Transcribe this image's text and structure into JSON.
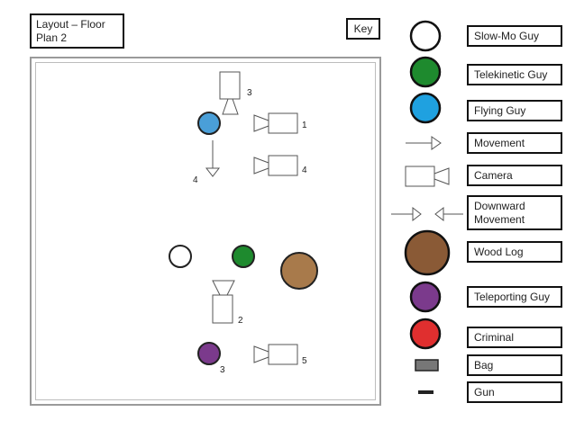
{
  "title": {
    "line1": "Layout – Floor",
    "line2": "Plan 2"
  },
  "key_label": "Key",
  "legend": [
    {
      "label": "Slow-Mo Guy",
      "icon": "white-circle-icon",
      "color": "#ffffff"
    },
    {
      "label": "Telekinetic Guy",
      "icon": "green-circle-icon",
      "color": "#1e8a2e"
    },
    {
      "label": "Flying Guy",
      "icon": "blue-circle-icon",
      "color": "#1fa1e0"
    },
    {
      "label": "Movement",
      "icon": "arrow-right-icon"
    },
    {
      "label": "Camera",
      "icon": "camera-icon"
    },
    {
      "label": "Downward Movement",
      "line1": "Downward",
      "line2": "Movement",
      "icon": "downward-arrows-icon"
    },
    {
      "label": "Wood Log",
      "icon": "wood-log-icon",
      "color": "#8a5a36"
    },
    {
      "label": "Teleporting Guy",
      "icon": "purple-circle-icon",
      "color": "#7b3a8c"
    },
    {
      "label": "Criminal",
      "icon": "red-circle-icon",
      "color": "#e02f2f"
    },
    {
      "label": "Bag",
      "icon": "bag-icon",
      "color": "#777777"
    },
    {
      "label": "Gun",
      "icon": "gun-icon",
      "color": "#222222"
    }
  ],
  "floor_numbers": {
    "camera_top": "3",
    "camera_1": "1",
    "camera_4": "4",
    "arrow_4": "4",
    "camera_2": "2",
    "camera_5": "5",
    "teleporter_3": "3"
  }
}
